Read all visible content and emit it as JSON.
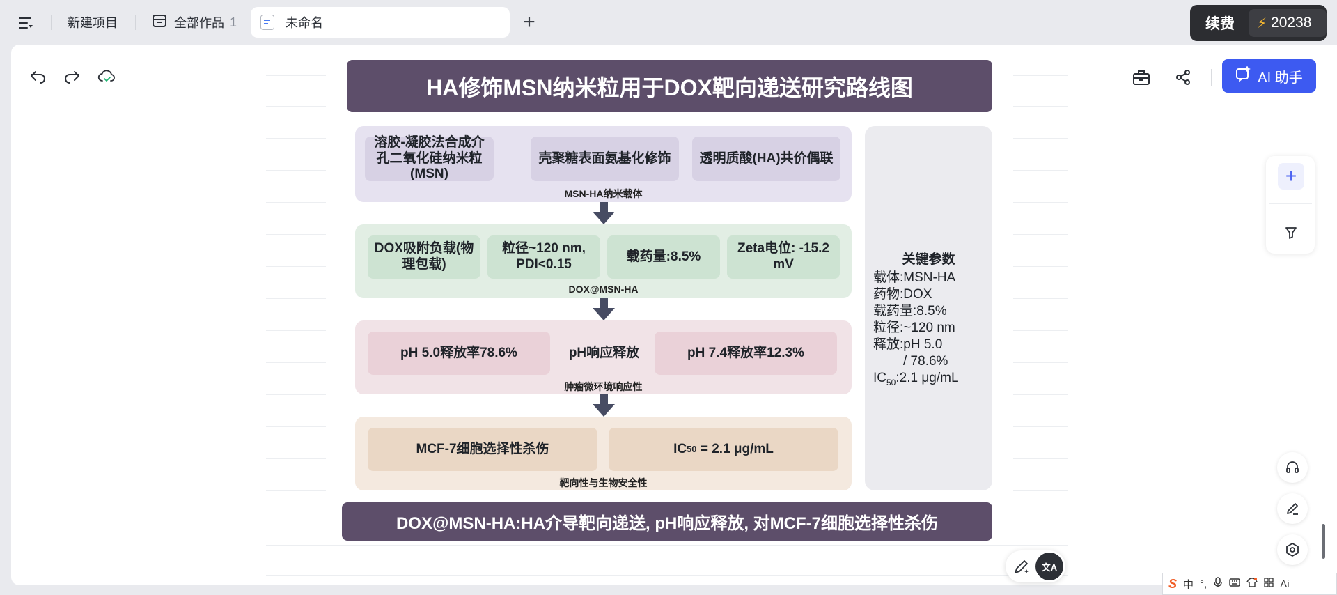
{
  "topbar": {
    "new_project": "新建项目",
    "all_works": "全部作品",
    "all_works_count": "1",
    "active_tab": "未命名",
    "add_tab": "+"
  },
  "credits": {
    "renew_label": "续费",
    "balance": "20238"
  },
  "toolbar": {
    "ai_assistant": "AI 助手"
  },
  "side_panel": {
    "add": "+"
  },
  "slide": {
    "title": "HA修饰MSN纳米粒用于DOX靶向递送研究路线图",
    "stage1": {
      "boxes": [
        "溶胶-凝胶法合成介孔二氧化硅纳米粒(MSN)",
        "壳聚糖表面氨基化修饰",
        "透明质酸(HA)共价偶联"
      ],
      "caption": "MSN-HA纳米载体"
    },
    "stage2": {
      "boxes": [
        "DOX吸附负载(物理包载)",
        "粒径~120 nm, PDI<0.15",
        "载药量:8.5%",
        "Zeta电位: -15.2 mV"
      ],
      "caption": "DOX@MSN-HA"
    },
    "stage3": {
      "left": "pH 5.0释放率78.6%",
      "center": "pH响应释放",
      "right": "pH 7.4释放率12.3%",
      "caption": "肿瘤微环境响应性"
    },
    "stage4": {
      "left": "MCF-7细胞选择性杀伤",
      "right_pre": "IC",
      "right_sub": "50",
      "right_post": " = 2.1 μg/mL",
      "caption": "靶向性与生物安全性"
    },
    "params": {
      "title": "关键参数",
      "carrier": "载体:MSN-HA",
      "drug": "药物:DOX",
      "loading": "载药量:8.5%",
      "size": "粒径:~120 nm",
      "release_1": "释放:pH 5.0",
      "release_2": "/ 78.6%",
      "ic_pre": "IC",
      "ic_sub": "50",
      "ic_post": ":2.1 μg/mL"
    },
    "summary": "DOX@MSN-HA:HA介导靶向递送, pH响应释放, 对MCF-7细胞选择性杀伤"
  },
  "float": {
    "translate": "文A"
  },
  "ime": {
    "brand": "S",
    "mode": "中",
    "punct": "°,",
    "ai": "Ai"
  },
  "colors": {
    "accent": "#3d5af1",
    "slide_header": "#5d4e6a",
    "arrow": "#474c63"
  }
}
